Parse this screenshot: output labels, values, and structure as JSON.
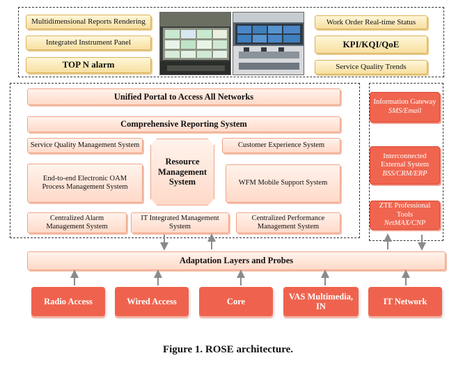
{
  "top_panel": {
    "left_items": [
      "Multidimensional Reports Rendering",
      "Integrated Instrument Panel",
      "TOP N alarm"
    ],
    "right_items": [
      "Work Order Real-time Status",
      "KPI/KQI/QoE",
      "Service Quality Trends"
    ]
  },
  "main_panel": {
    "unified_portal": "Unified Portal to Access All Networks",
    "reporting_system": "Comprehensive Reporting System",
    "service_quality_mgmt": "Service Quality Management System",
    "customer_experience": "Customer Experience System",
    "resource_mgmt": "Resource Management System",
    "oam_process": "End-to-end Electronic OAM Process Management System",
    "wfm_mobile": "WFM Mobile Support System",
    "alarm_mgmt": "Centralized Alarm Management  System",
    "it_integrated": "IT Integrated Management System",
    "performance_mgmt": "Centralized Performance Management  System"
  },
  "side_panel": {
    "info_gateway": {
      "title": "Information Gateway",
      "sub": "SMS/Email"
    },
    "interconnected": {
      "title": "Interconnected External System",
      "sub": "BSS/CRM/ERP"
    },
    "zte_tools": {
      "title": "ZTE Professional Tools",
      "sub": "NetMAX/CNP"
    }
  },
  "adaptation_layer": "Adaptation Layers and Probes",
  "networks": [
    "Radio Access",
    "Wired Access",
    "Core",
    "VAS Multimedia, IN",
    "IT Network"
  ],
  "caption": "Figure 1. ROSE architecture.",
  "colors": {
    "red": "#ef634e",
    "peach": "#ffd9c8",
    "yellow": "#f7dfa0"
  }
}
